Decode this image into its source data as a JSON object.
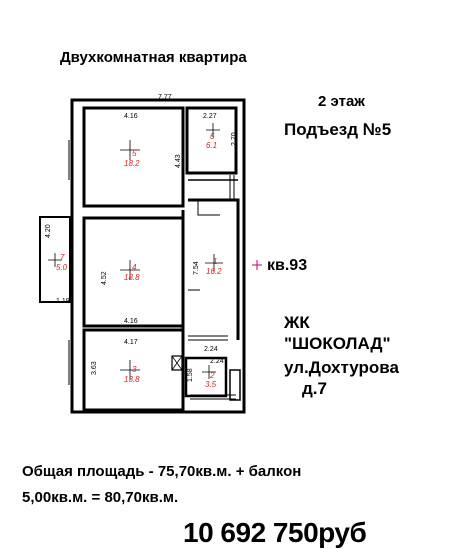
{
  "header": {
    "title": "Двухкомнатная квартира",
    "floor": "2 этаж",
    "entrance": "Подъезд №5",
    "apartment": "кв.93"
  },
  "complex": {
    "line1": "ЖК",
    "line2": "\"ШОКОЛАД\"",
    "street1": "ул.Дохтурова",
    "street2": "д.7"
  },
  "area": {
    "line1": "Общая площадь - 75,70кв.м. + балкон",
    "line2": "5,00кв.м. = 80,70кв.м."
  },
  "price": "10 692 750руб",
  "plan": {
    "dims": {
      "top": "7.77",
      "room5_w": "4.16",
      "room5_h": "4.43",
      "room6_w": "2.27",
      "room6_h": "2.70",
      "balcony_h": "4.20",
      "balcony_w": "1.19",
      "room4_h": "4.52",
      "room4_w": "4.16",
      "hall_h": "7.54",
      "room3_w": "4.17",
      "room3_h": "3.63",
      "bath_w1": "2.24",
      "bath_w2": "2.24",
      "bath_h": "1.58"
    },
    "rooms": [
      {
        "num": "5",
        "area": "18.2"
      },
      {
        "num": "6",
        "area": "6.1"
      },
      {
        "num": "7",
        "area": "5.0"
      },
      {
        "num": "4",
        "area": "18.8"
      },
      {
        "num": "1",
        "area": "16.2"
      },
      {
        "num": "3",
        "area": "13.8"
      },
      {
        "num": "2",
        "area": "3.5"
      }
    ]
  }
}
